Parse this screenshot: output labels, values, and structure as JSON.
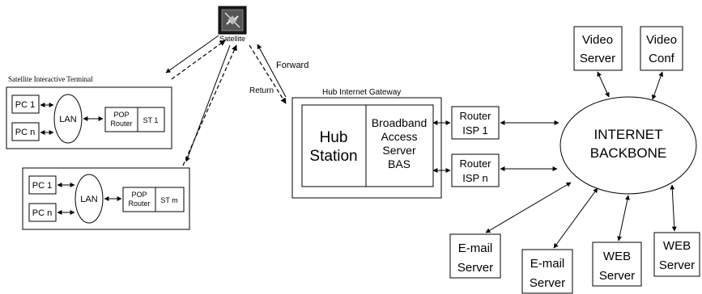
{
  "satellite": {
    "label": "Satellite",
    "icon": "satellite-icon"
  },
  "labels": {
    "forward": "Forward",
    "return": "Return"
  },
  "terminal_group": {
    "title": "Satellite Interactive Terminal",
    "terminal1": {
      "pc1": "PC 1",
      "pcn": "PC n",
      "lan": "LAN",
      "pop_line1": "POP",
      "pop_line2": "Router",
      "st": "ST 1"
    },
    "terminal2": {
      "pc1": "PC 1",
      "pcn": "PC n",
      "lan": "LAN",
      "pop_line1": "POP",
      "pop_line2": "Router",
      "st": "ST m"
    }
  },
  "hub_gateway": {
    "title": "Hub Internet Gateway",
    "hub_line1": "Hub",
    "hub_line2": "Station",
    "bas_line1": "Broadband",
    "bas_line2": "Access",
    "bas_line3": "Server",
    "bas_line4": "BAS"
  },
  "routers": [
    {
      "line1": "Router",
      "line2": "ISP 1"
    },
    {
      "line1": "Router",
      "line2": "ISP n"
    }
  ],
  "backbone": {
    "line1": "INTERNET",
    "line2": "BACKBONE"
  },
  "servers": {
    "video_server": {
      "line1": "Video",
      "line2": "Server"
    },
    "video_conf": {
      "line1": "Video",
      "line2": "Conf"
    },
    "email1": {
      "line1": "E-mail",
      "line2": "Server"
    },
    "email2": {
      "line1": "E-mail",
      "line2": "Server"
    },
    "web1": {
      "line1": "WEB",
      "line2": "Server"
    },
    "web2": {
      "line1": "WEB",
      "line2": "Server"
    }
  }
}
